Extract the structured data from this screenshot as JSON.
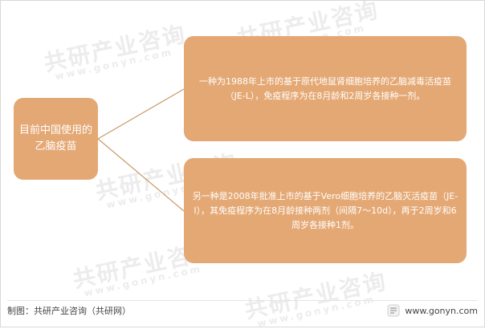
{
  "diagram": {
    "root": {
      "text": "目前中国使用的乙脑疫苗"
    },
    "branches": [
      {
        "text": "一种为1988年上市的基于原代地鼠肾细胞培养的乙脑减毒活疫苗（JE-L），免疫程序为在8月龄和2周岁各接种一剂。"
      },
      {
        "text": "另一种是2008年批准上市的基于Vero细胞培养的乙脑灭活疫苗（JE-I），其免疫程序为在8月龄接种两剂（间隔7～10d），再于2周岁和6周岁各接种1剂。"
      }
    ]
  },
  "footer": {
    "left": "制图：共研产业咨询（共研网）",
    "right": "www.gonyn.com"
  },
  "watermark": {
    "cn": "共研产业咨询",
    "en": "www.gonyn.com"
  },
  "colors": {
    "node_fill": "#e4a874",
    "line": "#c89a66",
    "text": "#ffffff"
  }
}
